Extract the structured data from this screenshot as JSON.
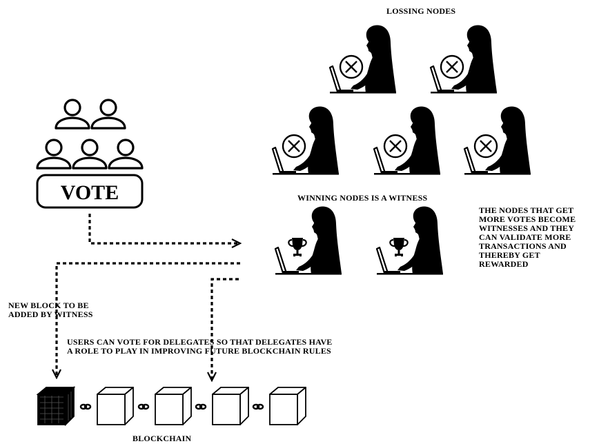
{
  "labels": {
    "losing_nodes": "LOSSING NODES",
    "vote": "VOTE",
    "winning_nodes": "WINNING NODES IS A WITNESS",
    "witness_note": "THE NODES THAT GET\nMORE VOTES BECOME\nWITNESSES AND THEY\nCAN VALIDATE MORE\nTRANSACTIONS AND\nTHEREBY GET\nREWARDED",
    "new_block": "NEW BLOCK TO BE\nADDED BY WITNESS",
    "users_vote": "USERS CAN VOTE FOR DELEGATES SO THAT DELEGATES HAVE\nA ROLE TO PLAY IN IMPROVING FUTURE BLOCKCHAIN RULES",
    "blockchain": "BLOCKCHAIN"
  },
  "icons": {
    "voter": "person-outline-icon",
    "losing_node": "woman-at-laptop-with-x-icon",
    "winning_node": "woman-at-laptop-with-trophy-icon",
    "block": "cube-icon",
    "link": "chain-link-icon"
  },
  "colors": {
    "ink": "#000000",
    "paper": "#ffffff"
  }
}
